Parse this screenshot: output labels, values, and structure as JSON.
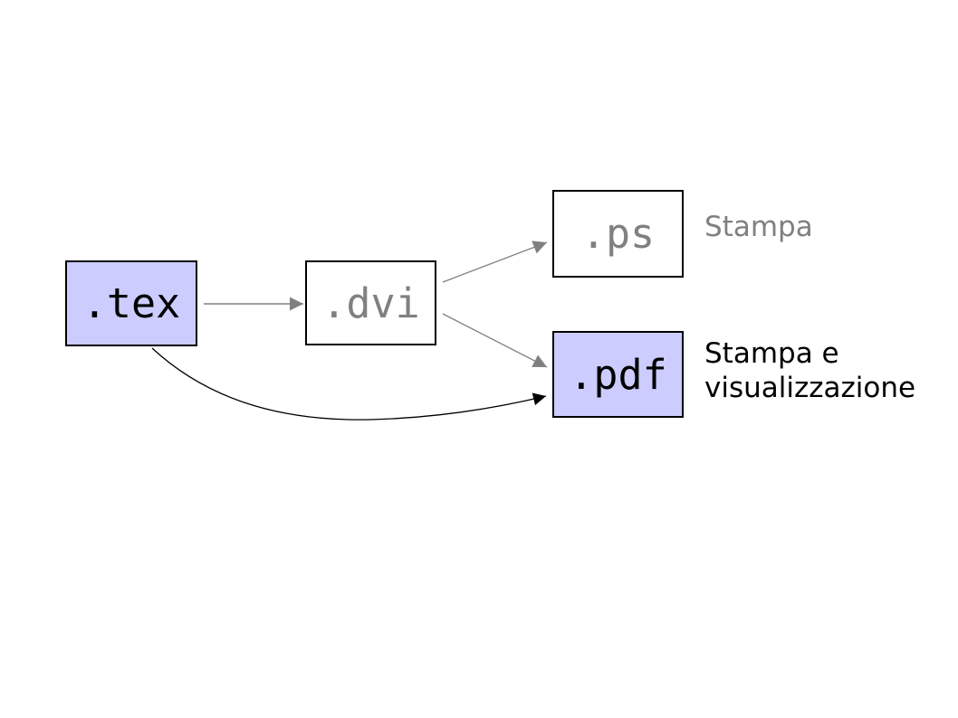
{
  "diagram": {
    "title_implied": "",
    "nodes": [
      {
        "id": "tex",
        "label": ".tex",
        "highlighted": true
      },
      {
        "id": "dvi",
        "label": ".dvi",
        "highlighted": false
      },
      {
        "id": "ps",
        "label": ".ps",
        "highlighted": false
      },
      {
        "id": "pdf",
        "label": ".pdf",
        "highlighted": true
      }
    ],
    "annotations": {
      "ps_note": "Stampa",
      "pdf_note_line1": "Stampa e",
      "pdf_note_line2": "visualizzazione"
    },
    "edges": [
      {
        "from": "tex",
        "to": "dvi",
        "style": "straight",
        "color_key": "gray_arrow"
      },
      {
        "from": "dvi",
        "to": "ps",
        "style": "straight",
        "color_key": "gray_arrow"
      },
      {
        "from": "dvi",
        "to": "pdf",
        "style": "straight",
        "color_key": "gray_arrow"
      },
      {
        "from": "tex",
        "to": "pdf",
        "style": "curved",
        "color_key": "black_arrow"
      }
    ],
    "colors": {
      "node_highlight_fill": "#ccccff",
      "node_plain_fill": "#ffffff",
      "node_border": "#000000",
      "gray_text": "#808080",
      "gray_arrow": "#808080",
      "black_arrow": "#000000",
      "black_text": "#000000"
    }
  }
}
